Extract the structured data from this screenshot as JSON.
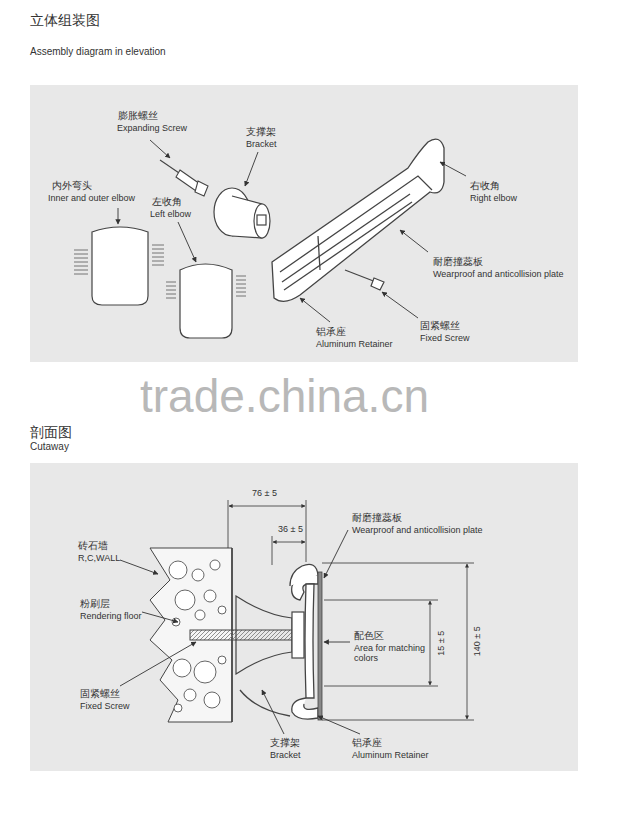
{
  "diagram": {
    "labels": [
      "立体组装图",
      "Assembly diagram in elevation",
      "膨胀螺丝",
      "Expanding Screw",
      "支撑架",
      "Bracket",
      "内外弯头",
      "Inner and outer elbow",
      "左收角",
      "Left elbow",
      "右收角",
      "Right elbow",
      "耐磨撞蕊板",
      "Wearproof and anticollision plate",
      "铝承座",
      "Aluminum Retainer",
      "固紧螺丝",
      "Fixed Screw",
      "trade.china.cn",
      "剖面图",
      "Cutaway",
      "76 ± 5",
      "36 ± 5",
      "耐磨撞蕊板",
      "Wearproof and anticollision plate",
      "砖石墙",
      "R,C,WALL",
      "粉刷层",
      "Rendering floor",
      "配色区",
      "Area for matching colors",
      "15 ± 5",
      "140 ± 5",
      "固紧螺丝",
      "Fixed Screw",
      "支撑架",
      "Bracket",
      "铝承座",
      "Aluminum Retainer"
    ]
  }
}
